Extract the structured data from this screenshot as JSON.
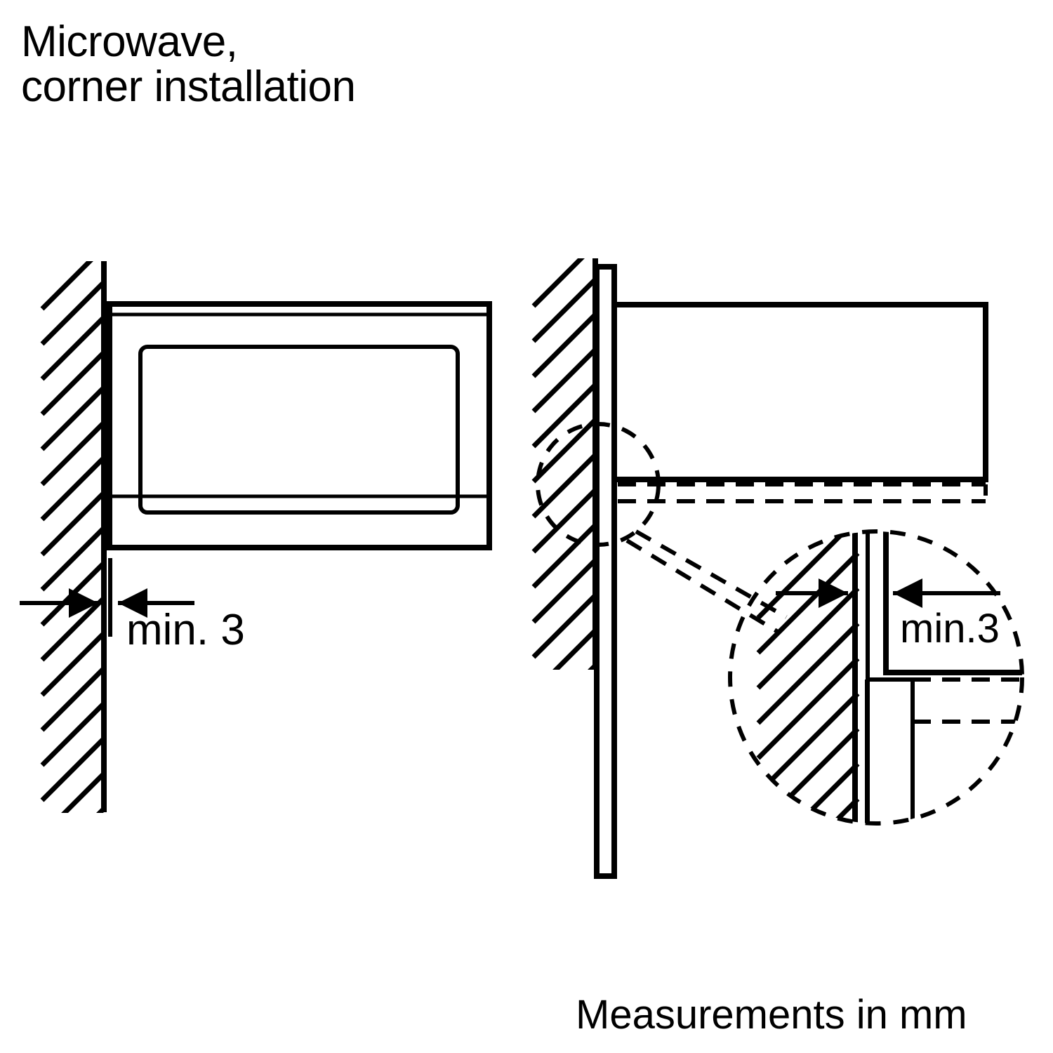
{
  "document": {
    "title_line_1": "Microwave,",
    "title_line_2": "corner installation",
    "footer_note": "Measurements in mm",
    "units": "mm",
    "line_color": "#000000",
    "background_color": "#ffffff"
  },
  "figures": {
    "front_view": {
      "name": "front-view",
      "wall_label": "hatched-wall",
      "dimension": {
        "label": "min. 3",
        "value": 3,
        "unit": "mm",
        "description": "minimum clearance between wall and microwave front frame"
      }
    },
    "side_view": {
      "name": "side-view",
      "wall_label": "hatched-wall",
      "detail_callout": {
        "label": "",
        "description": "magnified corner detail"
      },
      "dimension": {
        "label": "min.3",
        "value": 3,
        "unit": "mm",
        "description": "minimum clearance between wall panel and appliance side"
      }
    }
  },
  "chart_data": {
    "type": "table",
    "title": "Microwave, corner installation",
    "units": "mm",
    "categories": [
      "Front view clearance",
      "Side view corner clearance"
    ],
    "values": [
      3,
      3
    ],
    "annotations": [
      "min. 3",
      "min.3",
      "Measurements in mm"
    ]
  }
}
